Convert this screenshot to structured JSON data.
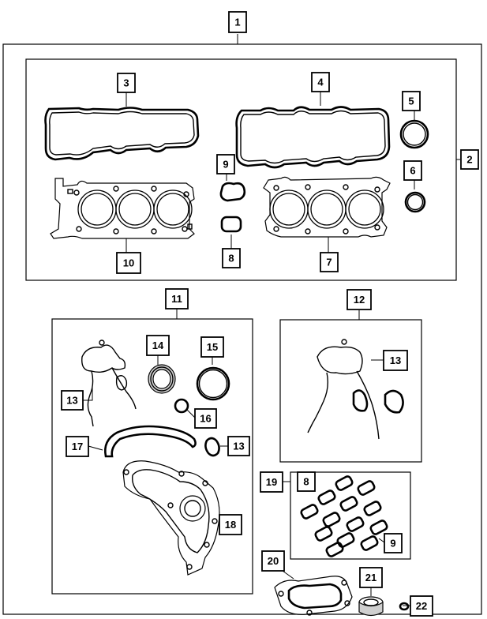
{
  "callouts": {
    "c1": "1",
    "c2": "2",
    "c3": "3",
    "c4": "4",
    "c5": "5",
    "c6": "6",
    "c7": "7",
    "c8a": "8",
    "c8b": "8",
    "c9a": "9",
    "c9b": "9",
    "c10": "10",
    "c11": "11",
    "c12": "12",
    "c13a": "13",
    "c13b": "13",
    "c13c": "13",
    "c14": "14",
    "c15": "15",
    "c16": "16",
    "c17": "17",
    "c18": "18",
    "c19": "19",
    "c20": "20",
    "c21": "21",
    "c22": "22"
  },
  "colors": {
    "line": "#000000",
    "background": "#ffffff",
    "shading": "#cfcfcf"
  }
}
